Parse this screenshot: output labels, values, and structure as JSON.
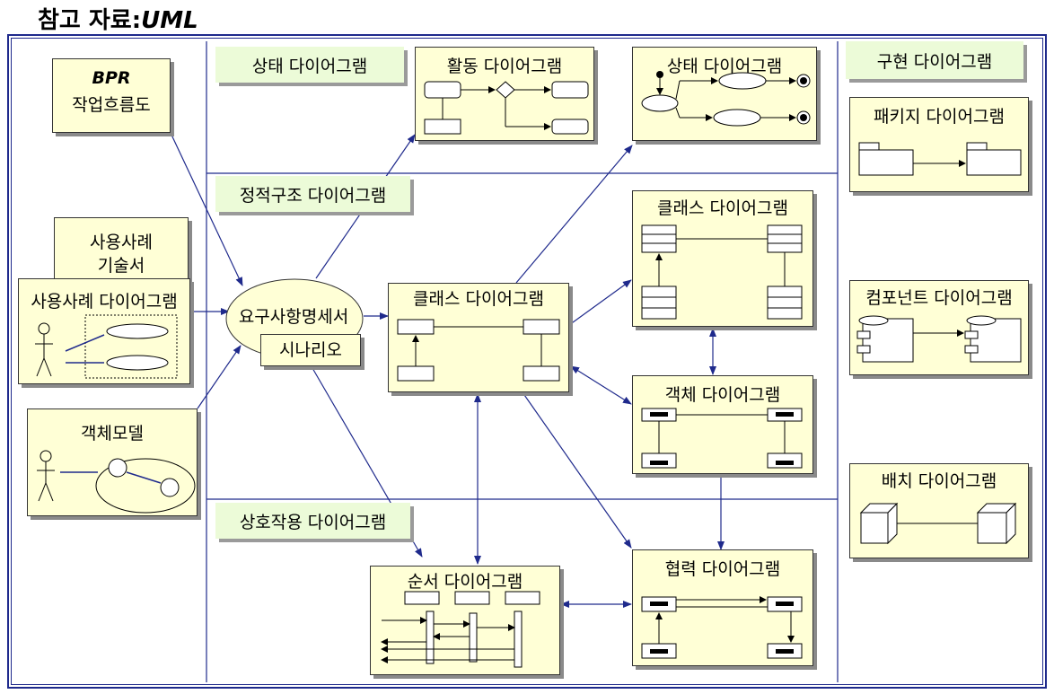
{
  "title_prefix": "참고 자료:",
  "title_suffix": "UML",
  "regions": {
    "state": "상태 다이어그램",
    "static": "정적구조 다이어그램",
    "interaction": "상호작용 다이어그램",
    "implementation": "구현 다이어그램"
  },
  "boxes": {
    "bpr_line1": "BPR",
    "bpr_line2": "작업흐름도",
    "usecase_desc_line1": "사용사례",
    "usecase_desc_line2": "기술서",
    "usecase_diagram": "사용사례 다이어그램",
    "object_model": "객체모델",
    "requirements": "요구사항명세서",
    "scenario": "시나리오",
    "activity": "활동 다이어그램",
    "statechart": "상태 다이어그램",
    "class_center": "클래스 다이어그램",
    "class_right": "클래스 다이어그램",
    "object": "객체 다이어그램",
    "sequence": "순서 다이어그램",
    "collaboration": "협력 다이어그램",
    "package": "패키지 다이어그램",
    "component": "컴포넌트 다이어그램",
    "deployment": "배치 다이어그램"
  }
}
